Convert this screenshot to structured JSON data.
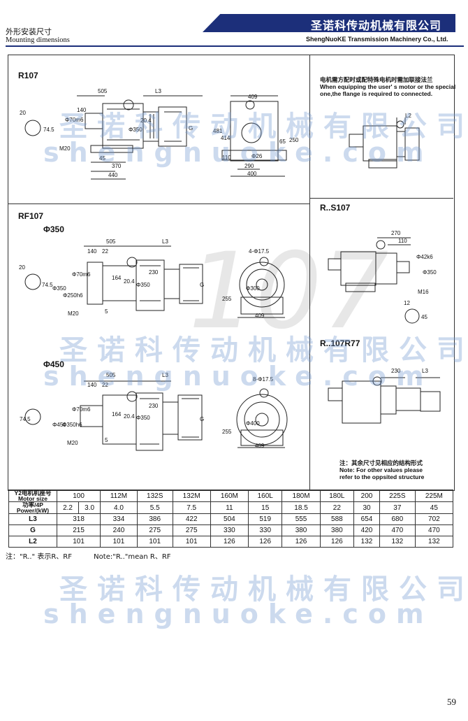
{
  "header": {
    "section_cn": "外形安装尺寸",
    "section_en": "Mounting dimensions",
    "company_cn": "圣诺科传动机械有限公司",
    "company_en": "ShengNuoKE Transmission Machinery Co., Ltd."
  },
  "watermark": {
    "cn": "圣诺科传动机械有限公司",
    "en": "shengnuoke.com",
    "bignum": "107"
  },
  "sections": {
    "r107": "R107",
    "rf107": "RF107",
    "rf107_d350": "Φ350",
    "rf107_d450": "Φ450",
    "rs107": "R..S107",
    "r107r77": "R..107R77"
  },
  "notes": {
    "flange_cn": "电机需方配时或配特殊电机时需加联接法兰",
    "flange_en_1": "When equipping the user' s motor or the special",
    "flange_en_2": "one,the flange is required to connected.",
    "other_cn": "注：其余尺寸见相应的结构形式",
    "other_en_1": "Note: For other values please",
    "other_en_2": "refer to the oppsited structure"
  },
  "dims": {
    "r107": [
      "505",
      "L3",
      "409",
      "140",
      "20",
      "Φ70m6",
      "74.5",
      "M20",
      "45",
      "370",
      "440",
      "Φ350",
      "20.4",
      "G",
      "481",
      "414",
      "110",
      "Φ26",
      "290",
      "400",
      "65",
      "250"
    ],
    "rf107a": [
      "505",
      "L3",
      "140",
      "22",
      "20",
      "74.5",
      "Φ350",
      "Φ250h6",
      "Φ70m6",
      "164",
      "20.4",
      "Φ350",
      "230",
      "G",
      "M20",
      "5",
      "4-Φ17.5",
      "Φ300",
      "255",
      "409"
    ],
    "rf107b": [
      "505",
      "L3",
      "140",
      "22",
      "74.5",
      "Φ450",
      "Φ350h6",
      "Φ70m6",
      "164",
      "20.4",
      "Φ350",
      "230",
      "G",
      "M20",
      "5",
      "8-Φ17.5",
      "Φ400",
      "255",
      "409"
    ],
    "l2": "L2",
    "rs107": [
      "270",
      "110",
      "Φ42k6",
      "Φ350",
      "M16",
      "12",
      "45"
    ],
    "r107r77": [
      "230",
      "L3"
    ]
  },
  "table": {
    "row_headers": [
      "Y2电机机座号 Motor size",
      "功率/4P Power/(kW)",
      "L3",
      "G",
      "L2"
    ],
    "motor_size": [
      "100",
      "112M",
      "132S",
      "132M",
      "160M",
      "160L",
      "180M",
      "180L",
      "200",
      "225S",
      "225M"
    ],
    "power": [
      "2.2",
      "3.0",
      "4.0",
      "5.5",
      "7.5",
      "11",
      "15",
      "18.5",
      "22",
      "30",
      "37",
      "45"
    ],
    "L3": [
      "318",
      "334",
      "386",
      "422",
      "504",
      "519",
      "555",
      "588",
      "654",
      "680",
      "702"
    ],
    "G": [
      "215",
      "240",
      "275",
      "275",
      "330",
      "330",
      "380",
      "380",
      "420",
      "470",
      "470"
    ],
    "L2": [
      "101",
      "101",
      "101",
      "101",
      "126",
      "126",
      "126",
      "126",
      "132",
      "132",
      "132"
    ]
  },
  "footnote": {
    "cn": "注：\"R..\" 表示R、RF",
    "en": "Note:\"R..\"mean R、RF"
  },
  "page_number": "59"
}
